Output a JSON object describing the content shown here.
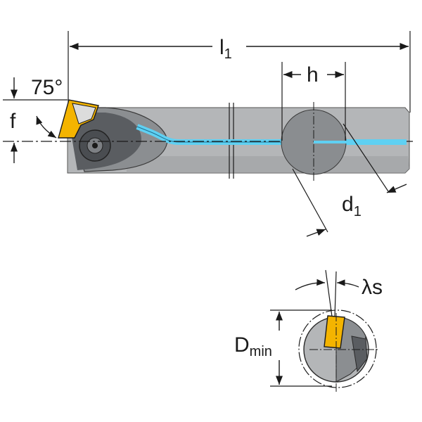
{
  "labels": {
    "l1_main": "l",
    "l1_sub": "1",
    "h": "h",
    "angle": "75°",
    "f": "f",
    "d1_main": "d",
    "d1_sub": "1",
    "lambda_s": "λs",
    "dmin_main": "D",
    "dmin_sub": "min"
  },
  "colors": {
    "body": "#b4b6b8",
    "body_dark": "#6e7073",
    "head_dark": "#5a5d61",
    "insert": "#f4b400",
    "coolant": "#5fd0f2",
    "circle": "#8a8d90",
    "line": "#1a1a1a"
  },
  "icons": {
    "insert": "rhombic-insert-icon",
    "screw": "clamp-screw-icon"
  }
}
